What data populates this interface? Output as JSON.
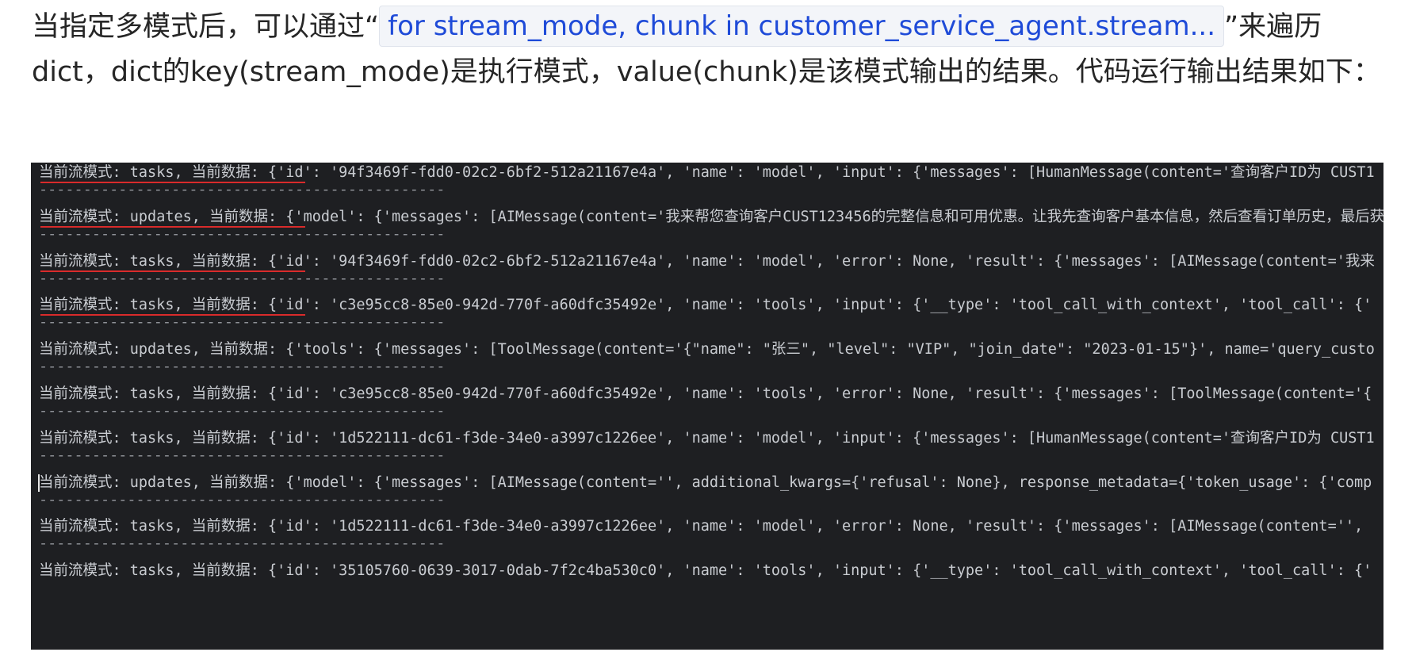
{
  "paragraph": {
    "before_code": "当指定多模式后，可以通过“",
    "inline_code": "for stream_mode, chunk in customer_service_agent.stream...",
    "after_code": "”来遍历dict，dict的key(stream_mode)是执行模式，value(chunk)是该模式输出的结果。代码运行输出结果如下："
  },
  "terminal": {
    "separator": "----------------------------------------------",
    "lines": [
      {
        "text": "当前流模式: tasks, 当前数据: {'id': '94f3469f-fdd0-02c2-6bf2-512a21167e4a', 'name': 'model', 'input': {'messages': [HumanMessage(content='查询客户ID为 CUST1",
        "underlined": true
      },
      {
        "text": "当前流模式: updates, 当前数据: {'model': {'messages': [AIMessage(content='我来帮您查询客户CUST123456的完整信息和可用优惠。让我先查询客户基本信息，然后查看订单历史，最后获",
        "underlined": true
      },
      {
        "text": "当前流模式: tasks, 当前数据: {'id': '94f3469f-fdd0-02c2-6bf2-512a21167e4a', 'name': 'model', 'error': None, 'result': {'messages': [AIMessage(content='我来",
        "underlined": true
      },
      {
        "text": "当前流模式: tasks, 当前数据: {'id': 'c3e95cc8-85e0-942d-770f-a60dfc35492e', 'name': 'tools', 'input': {'__type': 'tool_call_with_context', 'tool_call': {'",
        "underlined": true
      },
      {
        "text": "当前流模式: updates, 当前数据: {'tools': {'messages': [ToolMessage(content='{\"name\": \"张三\", \"level\": \"VIP\", \"join_date\": \"2023-01-15\"}', name='query_custo",
        "underlined": false
      },
      {
        "text": "当前流模式: tasks, 当前数据: {'id': 'c3e95cc8-85e0-942d-770f-a60dfc35492e', 'name': 'tools', 'error': None, 'result': {'messages': [ToolMessage(content='{",
        "underlined": false
      },
      {
        "text": "当前流模式: tasks, 当前数据: {'id': '1d522111-dc61-f3de-34e0-a3997c1226ee', 'name': 'model', 'input': {'messages': [HumanMessage(content='查询客户ID为 CUST1",
        "underlined": false
      },
      {
        "text": "当前流模式: updates, 当前数据: {'model': {'messages': [AIMessage(content='', additional_kwargs={'refusal': None}, response_metadata={'token_usage': {'comp",
        "underlined": false
      },
      {
        "text": "当前流模式: tasks, 当前数据: {'id': '1d522111-dc61-f3de-34e0-a3997c1226ee', 'name': 'model', 'error': None, 'result': {'messages': [AIMessage(content='',",
        "underlined": false
      },
      {
        "text": "当前流模式: tasks, 当前数据: {'id': '35105760-0639-3017-0dab-7f2c4ba530c0', 'name': 'tools', 'input': {'__type': 'tool_call_with_context', 'tool_call': {'",
        "underlined": false
      }
    ]
  }
}
